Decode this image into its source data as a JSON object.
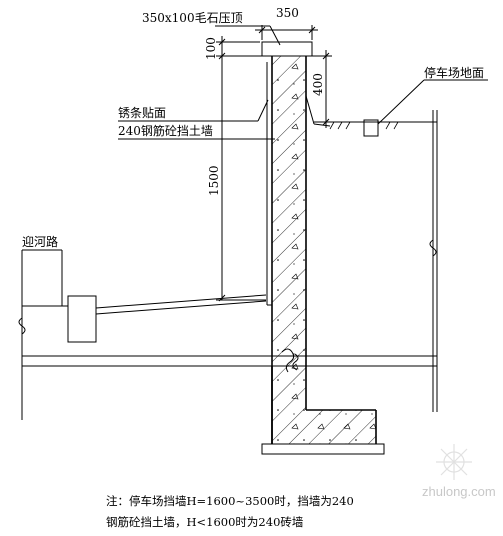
{
  "labels": {
    "coping": "350x100毛石压顶",
    "coping_width": "350",
    "coping_height": "100",
    "retained_height": "400",
    "parking_ground": "停车场地面",
    "tile_facing": "锈条贴面",
    "wall_type": "240钢筋砼挡土墙",
    "wall_height": "1500",
    "road": "迎河路"
  },
  "note": {
    "line1": "注：停车场挡墙H=1600~3500时，挡墙为240",
    "line2": "钢筋砼挡土墙，H<1600时为240砖墙"
  },
  "watermark": {
    "text": "zhulong.com"
  }
}
